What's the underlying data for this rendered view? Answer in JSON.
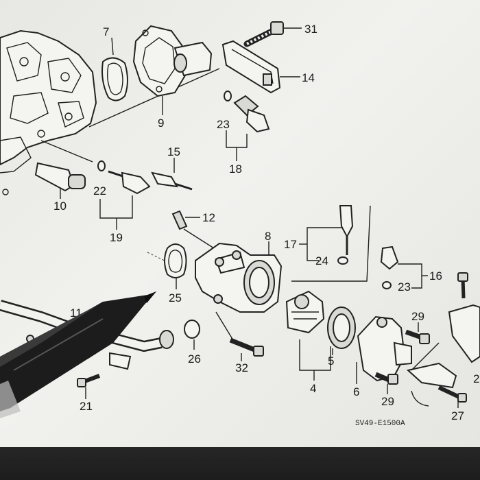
{
  "diagram": {
    "callouts": [
      {
        "id": "c7",
        "label": "7"
      },
      {
        "id": "c31",
        "label": "31"
      },
      {
        "id": "c14",
        "label": "14"
      },
      {
        "id": "c9",
        "label": "9"
      },
      {
        "id": "c23a",
        "label": "23"
      },
      {
        "id": "c18",
        "label": "18"
      },
      {
        "id": "c15",
        "label": "15"
      },
      {
        "id": "c22",
        "label": "22"
      },
      {
        "id": "c10",
        "label": "10"
      },
      {
        "id": "c19",
        "label": "19"
      },
      {
        "id": "c12",
        "label": "12"
      },
      {
        "id": "c8",
        "label": "8"
      },
      {
        "id": "c17",
        "label": "17"
      },
      {
        "id": "c24",
        "label": "24"
      },
      {
        "id": "c16",
        "label": "16"
      },
      {
        "id": "c23b",
        "label": "23"
      },
      {
        "id": "c25",
        "label": "25"
      },
      {
        "id": "c11",
        "label": "11"
      },
      {
        "id": "c29a",
        "label": "29"
      },
      {
        "id": "c26",
        "label": "26"
      },
      {
        "id": "c32",
        "label": "32"
      },
      {
        "id": "c5",
        "label": "5"
      },
      {
        "id": "c4",
        "label": "4"
      },
      {
        "id": "c6",
        "label": "6"
      },
      {
        "id": "c29b",
        "label": "29"
      },
      {
        "id": "c27",
        "label": "27"
      },
      {
        "id": "c21",
        "label": "21"
      },
      {
        "id": "c2x",
        "label": "2"
      }
    ],
    "figure_code": "SV49-E1500A"
  }
}
